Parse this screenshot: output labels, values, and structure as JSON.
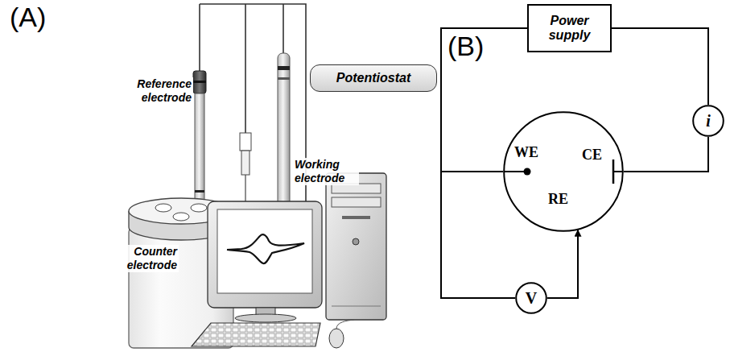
{
  "diagram": {
    "nodes": [
      {
        "text": [
          "Potentiostat"
        ]
      },
      {
        "text": [
          "Power supply"
        ]
      },
      {
        "text": [
          "i"
        ]
      },
      {
        "text": [
          "WE",
          "CE",
          "RE"
        ]
      },
      {
        "text": [
          "V"
        ]
      }
    ],
    "edges": [
      {
        "from": 1,
        "to": 2,
        "arrow": "none"
      },
      {
        "from": 2,
        "to": 3,
        "arrow": "none"
      },
      {
        "from": 1,
        "to": 3,
        "arrow": "none"
      },
      {
        "from": 1,
        "to": 4,
        "arrow": "none"
      },
      {
        "from": 4,
        "to": 3,
        "arrow": "to"
      }
    ],
    "labels": [
      "(A)",
      "(B)",
      "Reference electrode",
      "Counter electrode",
      "Working electrode"
    ]
  }
}
